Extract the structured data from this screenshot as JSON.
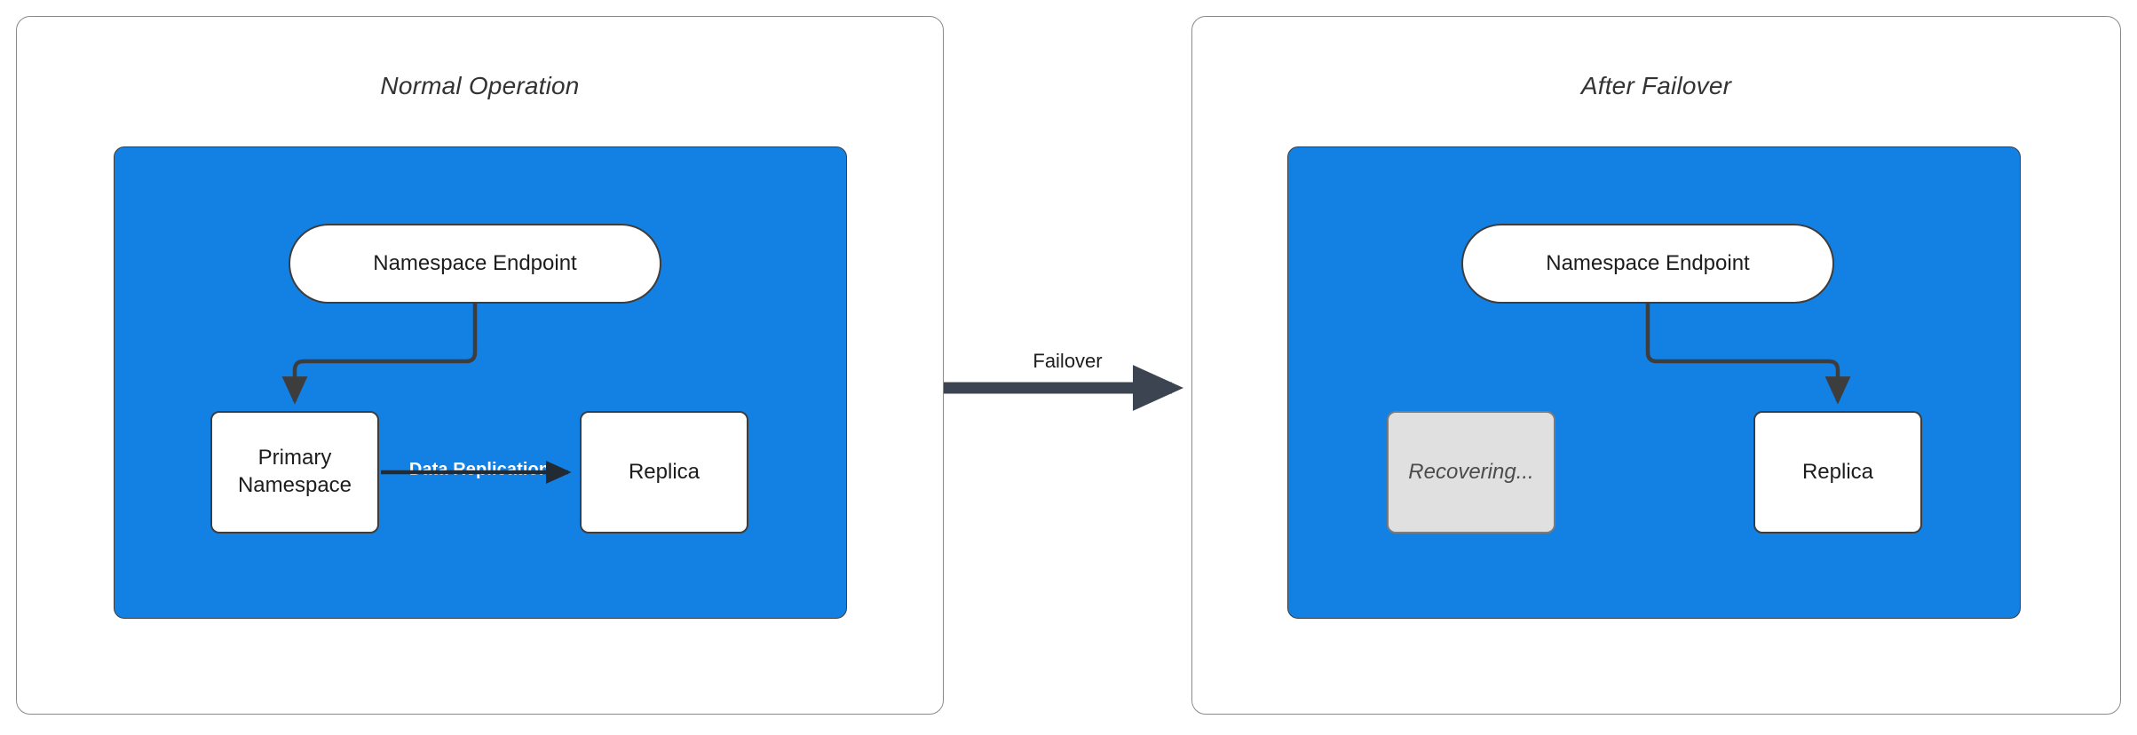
{
  "diagram": {
    "title_hidden": "",
    "background": "#ffffff",
    "accent_blue": "#1281E3",
    "stroke_dark": "#3d3d3d",
    "muted_fill": "#e0e0e0",
    "panel_border": "#8a8a8a"
  },
  "panels": [
    {
      "id": "normal-operation",
      "title": "Normal Operation",
      "nodes": [
        {
          "id": "endpoint",
          "label": "Namespace Endpoint",
          "shape": "pill",
          "state": "active"
        },
        {
          "id": "primary",
          "label": "Primary\nNamespace",
          "shape": "box",
          "state": "active"
        },
        {
          "id": "replica",
          "label": "Replica",
          "shape": "box",
          "state": "active"
        }
      ],
      "edges": [
        {
          "from": "endpoint",
          "to": "primary",
          "label": ""
        },
        {
          "from": "primary",
          "to": "replica",
          "label": "Data Replication"
        }
      ]
    },
    {
      "id": "after-failover",
      "title": "After Failover",
      "nodes": [
        {
          "id": "endpoint",
          "label": "Namespace Endpoint",
          "shape": "pill",
          "state": "active"
        },
        {
          "id": "recovering",
          "label": "Recovering...",
          "shape": "box",
          "state": "muted"
        },
        {
          "id": "replica",
          "label": "Replica",
          "shape": "box",
          "state": "active"
        }
      ],
      "edges": [
        {
          "from": "endpoint",
          "to": "replica",
          "label": ""
        }
      ]
    }
  ],
  "transition": {
    "label": "Failover",
    "direction": "left-to-right"
  },
  "labels": {
    "node_endpoint_left": "Namespace Endpoint",
    "node_endpoint_right": "Namespace Endpoint",
    "node_primary_line1": "Primary",
    "node_primary_line2": "Namespace",
    "node_replica_left": "Replica",
    "node_replica_right": "Replica",
    "node_recovering": "Recovering...",
    "edge_replication": "Data Replication",
    "edge_failover": "Failover",
    "panel_left_title": "Normal Operation",
    "panel_right_title": "After Failover"
  }
}
